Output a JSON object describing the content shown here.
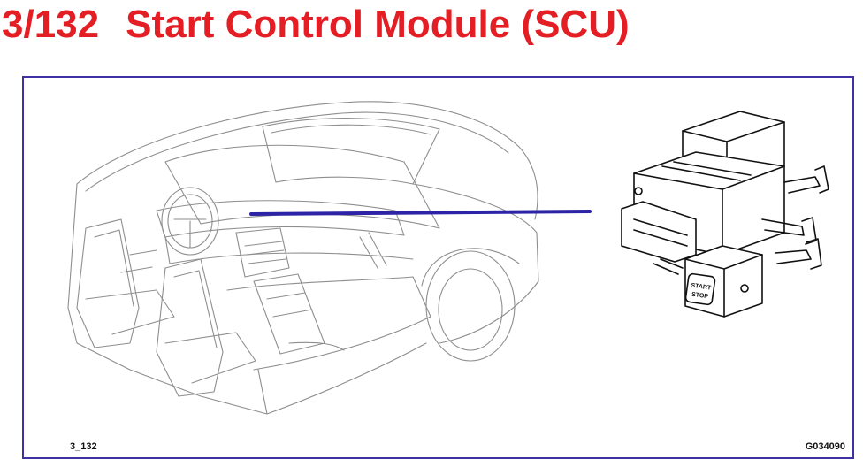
{
  "title": {
    "code": "3/132",
    "text": "Start Control Module (SCU)"
  },
  "figure": {
    "ref_left": "3_132",
    "ref_right": "G034090",
    "button_line1": "START",
    "button_line2": "STOP"
  },
  "colors": {
    "title": "#e31e24",
    "frame": "#3d31a3",
    "leader": "#2c23a6"
  }
}
